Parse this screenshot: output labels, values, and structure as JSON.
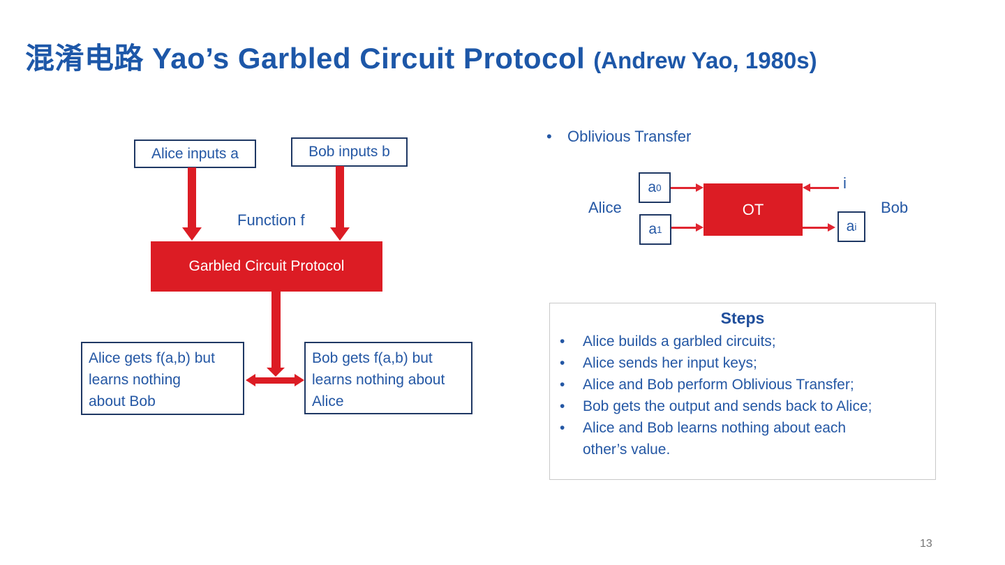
{
  "title": {
    "cn": "混淆电路",
    "main": "Yao’s Garbled Circuit Protocol",
    "paren": "(Andrew Yao, 1980s)"
  },
  "left_diagram": {
    "alice_input": "Alice inputs a",
    "bob_input": "Bob inputs b",
    "function_label": "Function f",
    "protocol_box": "Garbled Circuit Protocol",
    "alice_result": "Alice gets f(a,b) but\nlearns nothing\nabout Bob",
    "bob_result": "Bob gets f(a,b) but\nlearns nothing about\nAlice"
  },
  "ot_diagram": {
    "bullet": "•",
    "heading": "Oblivious Transfer",
    "alice_label": "Alice",
    "bob_label": "Bob",
    "ot_label": "OT",
    "a0_base": "a",
    "a0_sub": "0",
    "a1_base": "a",
    "a1_sub": "1",
    "ai_base": "a",
    "ai_sub": "i",
    "i_label": "i"
  },
  "steps": {
    "title": "Steps",
    "bullet": "•",
    "items": [
      "Alice builds a garbled circuits;",
      "Alice sends her input keys;",
      "Alice and Bob perform Oblivious Transfer;",
      "Bob gets the output and sends back to Alice;",
      "Alice and Bob learns nothing about each\nother’s value."
    ]
  },
  "page_number": "13",
  "colors": {
    "title_blue": "#1d57a8",
    "text_blue": "#2457a4",
    "border_navy": "#1f3864",
    "shape_red": "#dc1c24",
    "thin_arrow_red": "#e02530",
    "steps_border_gray": "#c9c9c9",
    "page_number_gray": "#757575"
  }
}
